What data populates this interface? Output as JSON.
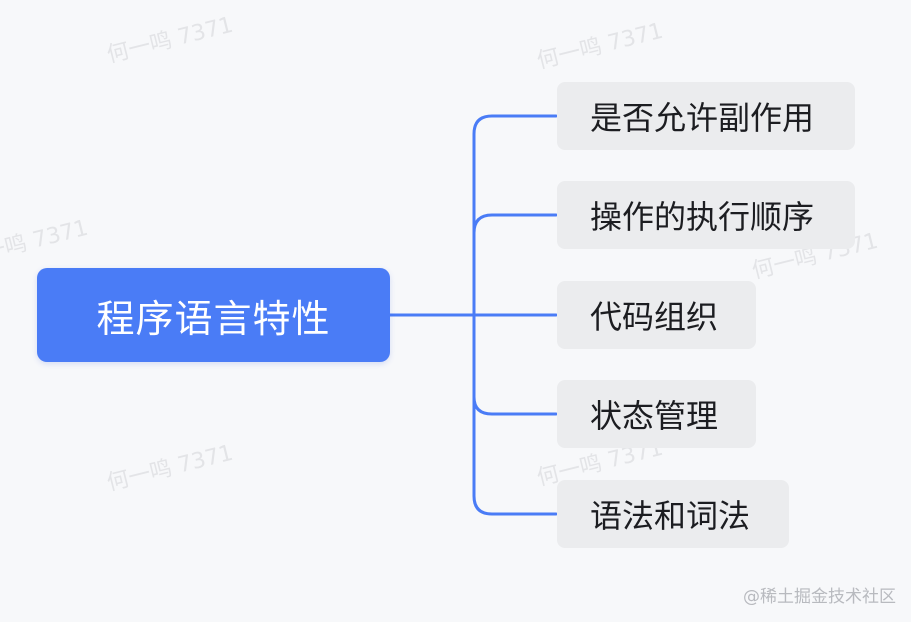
{
  "root": {
    "label": "程序语言特性",
    "color": "#4a7cf6"
  },
  "children": [
    {
      "label": "是否允许副作用"
    },
    {
      "label": "操作的执行顺序"
    },
    {
      "label": "代码组织"
    },
    {
      "label": "状态管理"
    },
    {
      "label": "语法和词法"
    }
  ],
  "connector_color": "#4a7cf6",
  "child_bg": "#ebecee",
  "watermark_text": "何一鸣 7371",
  "credit": "@稀土掘金技术社区"
}
